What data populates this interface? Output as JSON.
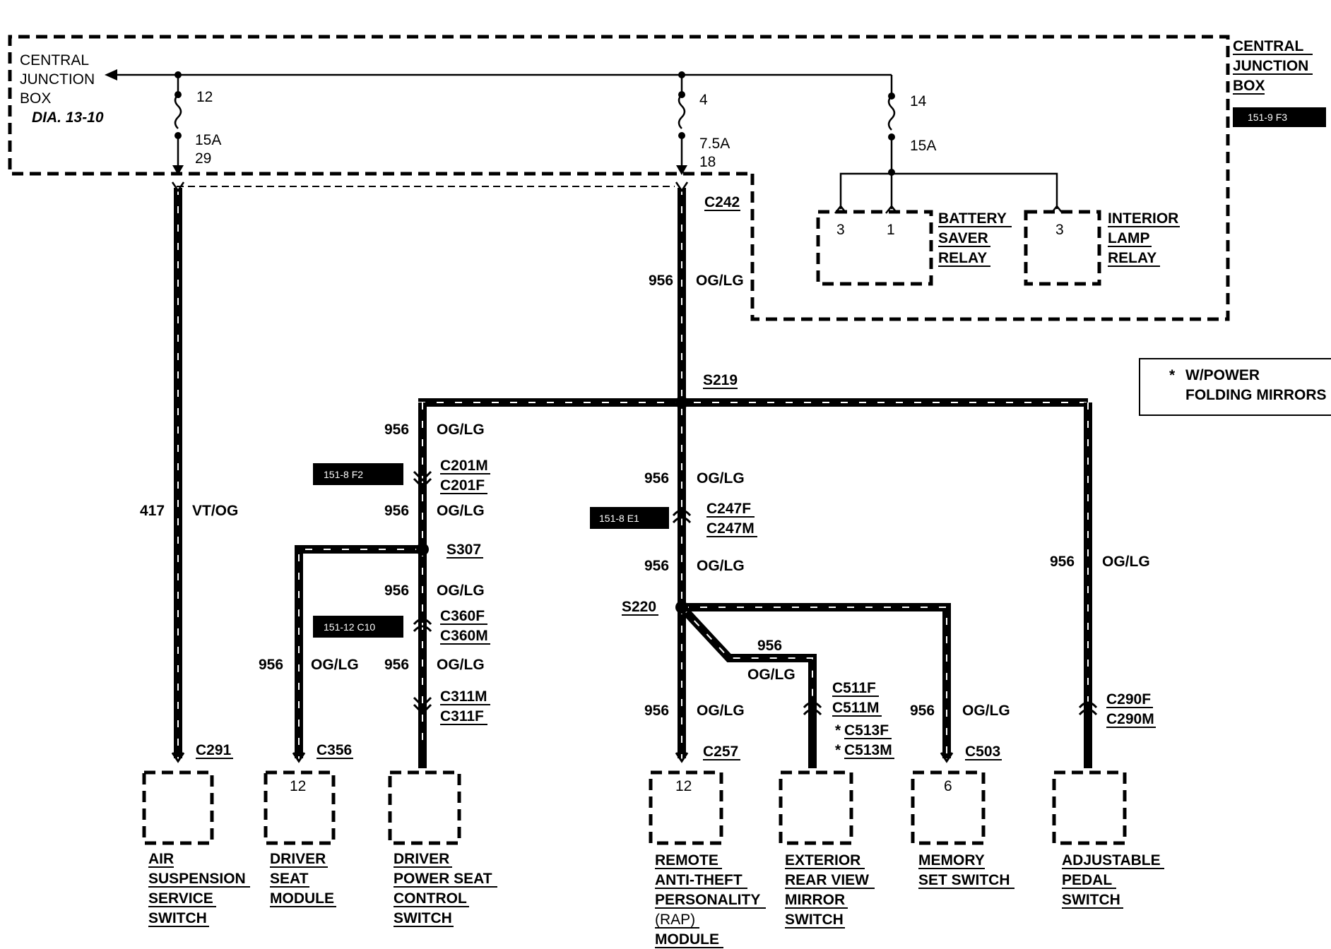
{
  "central_junction_box": {
    "left_label": [
      "CENTRAL",
      "JUNCTION",
      "BOX"
    ],
    "left_ref": "DIA. 13-10",
    "right_label": [
      "CENTRAL",
      "JUNCTION",
      "BOX"
    ],
    "right_ref": "151-9 F3"
  },
  "fuses": [
    {
      "circuit_in": "12",
      "rating": "15A",
      "circuit_out": "29"
    },
    {
      "circuit_in": "4",
      "rating": "7.5A",
      "circuit_out": "18"
    },
    {
      "circuit_in": "14",
      "rating": "15A"
    }
  ],
  "relays": [
    {
      "name": [
        "BATTERY",
        "SAVER",
        "RELAY"
      ],
      "pins": [
        "3",
        "1"
      ]
    },
    {
      "name": [
        "INTERIOR",
        "LAMP",
        "RELAY"
      ],
      "pins": [
        "3"
      ]
    }
  ],
  "note": {
    "star": "*",
    "lines": [
      "W/POWER",
      "FOLDING MIRRORS"
    ]
  },
  "connectors": {
    "c242": "C242",
    "s219": "S219",
    "c201m": "C201M",
    "c201f": "C201F",
    "s307": "S307",
    "c360f": "C360F",
    "c360m": "C360M",
    "c311m": "C311M",
    "c311f": "C311F",
    "c247f": "C247F",
    "c247m": "C247M",
    "s220": "S220",
    "c511f": "C511F",
    "c511m": "C511M",
    "c513f": "C513F",
    "c513m": "C513M",
    "c290f": "C290F",
    "c290m": "C290M",
    "c291": "C291",
    "c356": "C356",
    "c257": "C257",
    "c503": "C503"
  },
  "refs": {
    "c201": "151-8 F2",
    "c247": "151-8 E1",
    "c360": "151-12 C10"
  },
  "wires": {
    "circuit_956": "956",
    "color_oglg": "OG/LG",
    "circuit_417": "417",
    "color_vtog": "VT/OG"
  },
  "components": [
    {
      "name": [
        "AIR",
        "SUSPENSION",
        "SERVICE",
        "SWITCH"
      ]
    },
    {
      "name": [
        "DRIVER",
        "SEAT",
        "MODULE"
      ],
      "pin": "12"
    },
    {
      "name": [
        "DRIVER",
        "POWER SEAT",
        "CONTROL",
        "SWITCH"
      ]
    },
    {
      "name": [
        "REMOTE",
        "ANTI-THEFT",
        "PERSONALITY",
        "(RAP)",
        "MODULE"
      ],
      "pin": "12"
    },
    {
      "name": [
        "EXTERIOR",
        "REAR VIEW",
        "MIRROR",
        "SWITCH"
      ]
    },
    {
      "name": [
        "MEMORY",
        "SET SWITCH"
      ],
      "pin": "6"
    },
    {
      "name": [
        "ADJUSTABLE",
        "PEDAL",
        "SWITCH"
      ]
    }
  ]
}
